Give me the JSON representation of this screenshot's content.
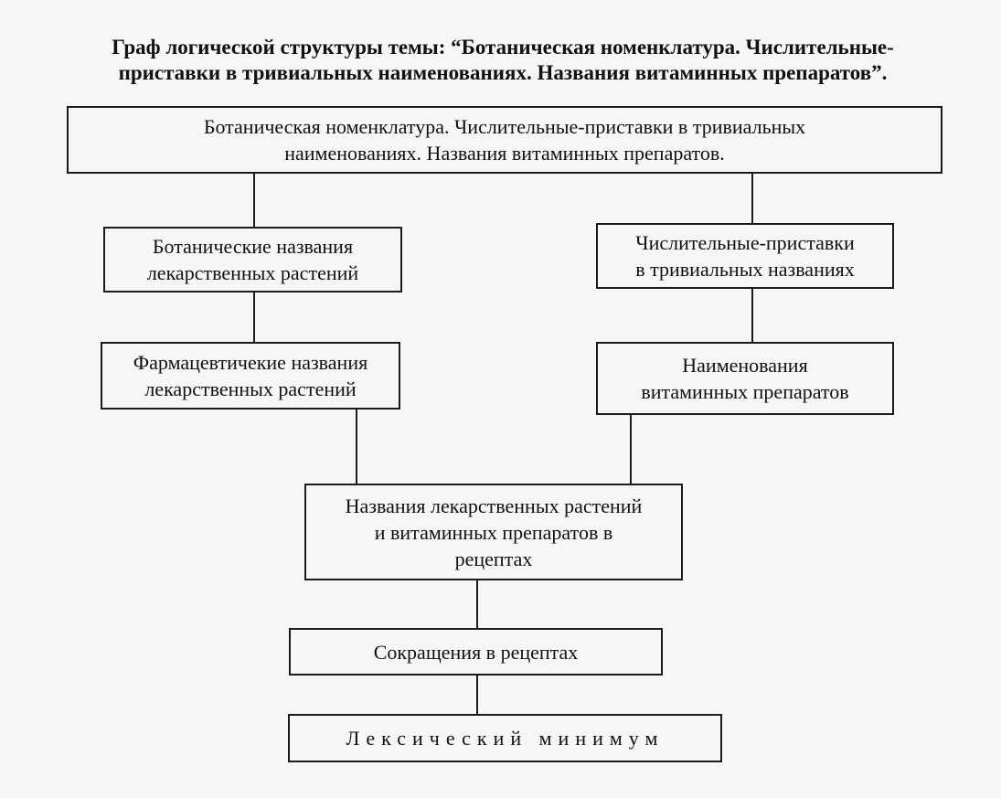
{
  "title": {
    "line1": "Граф логической структуры темы: “Ботаническая номенклатура. Числительные-",
    "line2": "приставки в тривиальных наименованиях. Названия витаминных препаратов”."
  },
  "nodes": {
    "top": {
      "line1": "Ботаническая номенклатура. Числительные-приставки в тривиальных",
      "line2": "наименованиях. Названия витаминных препаратов."
    },
    "botanical": {
      "line1": "Ботанические названия",
      "line2": "лекарственных растений"
    },
    "prefixes": {
      "line1": "Числительные-приставки",
      "line2": "в тривиальных названиях"
    },
    "pharmaceutical": {
      "line1": "Фармацевтичекие названия",
      "line2": "лекарственных растений"
    },
    "vitamins": {
      "line1": "Наименования",
      "line2": "витаминных препаратов"
    },
    "recipes": {
      "line1": "Названия лекарственных растений",
      "line2": "и витаминных препаратов в",
      "line3": "рецептах"
    },
    "abbreviations": {
      "line1": "Сокращения в рецептах"
    },
    "lexical": {
      "line1": "Лексический минимум"
    }
  }
}
